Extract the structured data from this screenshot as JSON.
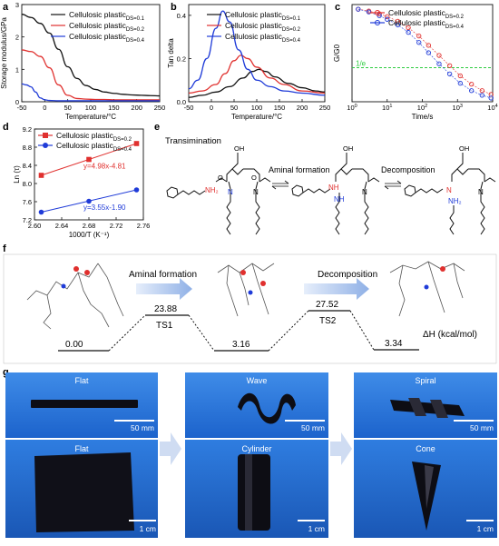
{
  "panels": {
    "a": "a",
    "b": "b",
    "c": "c",
    "d": "d",
    "e": "e",
    "f": "f",
    "g": "g"
  },
  "chart_data": [
    {
      "id": "a",
      "type": "line",
      "xlabel": "Temperature/°C",
      "ylabel": "Storage modulus/GPa",
      "xlim": [
        -50,
        250
      ],
      "ylim": [
        0,
        3
      ],
      "xticks": [
        "-50",
        "0",
        "50",
        "100",
        "150",
        "200",
        "250"
      ],
      "yticks": [
        "0",
        "1",
        "2",
        "3"
      ],
      "legend_position": "top-right",
      "series": [
        {
          "name": "Cellulosic plastic",
          "sub": "DS=0.1",
          "color": "#111111",
          "x": [
            -50,
            -30,
            -10,
            10,
            30,
            50,
            70,
            90,
            110,
            130,
            150,
            170,
            190,
            210,
            230,
            250
          ],
          "y": [
            2.7,
            2.6,
            2.42,
            2.12,
            1.62,
            1.08,
            0.72,
            0.5,
            0.38,
            0.3,
            0.26,
            0.23,
            0.21,
            0.2,
            0.19,
            0.18
          ]
        },
        {
          "name": "Cellulosic plastic",
          "sub": "DS=0.2",
          "color": "#e0302e",
          "x": [
            -50,
            -30,
            -10,
            10,
            30,
            50,
            70,
            90,
            110,
            130,
            150,
            170,
            190,
            210,
            230,
            250
          ],
          "y": [
            1.6,
            1.55,
            1.4,
            1.05,
            0.52,
            0.2,
            0.1,
            0.08,
            0.07,
            0.07,
            0.06,
            0.06,
            0.06,
            0.06,
            0.06,
            0.06
          ]
        },
        {
          "name": "Cellulosic plastic",
          "sub": "DS=0.4",
          "color": "#1f3bd8",
          "x": [
            -50,
            -40,
            -30,
            -20,
            -10,
            0,
            10,
            30,
            50,
            70,
            100,
            150,
            200,
            250
          ],
          "y": [
            0.55,
            0.52,
            0.46,
            0.3,
            0.12,
            0.06,
            0.04,
            0.03,
            0.03,
            0.03,
            0.03,
            0.03,
            0.03,
            0.03
          ]
        }
      ]
    },
    {
      "id": "b",
      "type": "line",
      "xlabel": "Temperature/°C",
      "ylabel": "Tan delta",
      "xlim": [
        -50,
        250
      ],
      "ylim": [
        0,
        0.45
      ],
      "xticks": [
        "-50",
        "0",
        "50",
        "100",
        "150",
        "200",
        "250"
      ],
      "yticks": [
        "0.0",
        "0.2",
        "0.4"
      ],
      "legend_position": "top-right",
      "series": [
        {
          "name": "Cellulosic plastic",
          "sub": "DS=0.1",
          "color": "#111111",
          "x": [
            -50,
            -20,
            10,
            40,
            70,
            90,
            105,
            120,
            140,
            170,
            200,
            230,
            250
          ],
          "y": [
            0.02,
            0.03,
            0.045,
            0.07,
            0.11,
            0.14,
            0.15,
            0.14,
            0.115,
            0.085,
            0.065,
            0.05,
            0.045
          ]
        },
        {
          "name": "Cellulosic plastic",
          "sub": "DS=0.2",
          "color": "#e0302e",
          "x": [
            -50,
            -20,
            10,
            30,
            50,
            65,
            80,
            100,
            130,
            160,
            200,
            250
          ],
          "y": [
            0.04,
            0.05,
            0.08,
            0.13,
            0.19,
            0.215,
            0.2,
            0.16,
            0.11,
            0.08,
            0.05,
            0.04
          ]
        },
        {
          "name": "Cellulosic plastic",
          "sub": "DS=0.4",
          "color": "#1f3bd8",
          "x": [
            -50,
            -30,
            -10,
            10,
            25,
            40,
            60,
            80,
            100,
            130,
            160,
            200,
            250
          ],
          "y": [
            0.06,
            0.1,
            0.2,
            0.34,
            0.42,
            0.37,
            0.24,
            0.15,
            0.1,
            0.07,
            0.05,
            0.04,
            0.03
          ]
        }
      ]
    },
    {
      "id": "c",
      "type": "scatter",
      "xlabel": "Time/s",
      "ylabel": "G/G0",
      "x_scale": "log",
      "xlim": [
        1,
        10000
      ],
      "ylim": [
        0,
        1.05
      ],
      "xticks": [
        "10^0",
        "10^1",
        "10^2",
        "10^3",
        "10^4"
      ],
      "yticks": [
        "1/e"
      ],
      "reference_line": {
        "label": "1/e",
        "y": 0.368,
        "color": "#2ecc40"
      },
      "legend_position": "top-right",
      "series": [
        {
          "name": "Cellulosic plastic",
          "sub": "DS=0.2",
          "color": "#e0302e",
          "x": [
            1.5,
            3,
            6,
            10,
            20,
            40,
            80,
            150,
            300,
            600,
            1200,
            2500,
            5000,
            9000
          ],
          "y": [
            1.0,
            0.98,
            0.95,
            0.92,
            0.87,
            0.8,
            0.71,
            0.61,
            0.5,
            0.39,
            0.28,
            0.19,
            0.12,
            0.08
          ]
        },
        {
          "name": "Cellulosic plastic",
          "sub": "DS=0.4",
          "color": "#1f3bd8",
          "x": [
            1.5,
            3,
            6,
            10,
            20,
            40,
            80,
            150,
            300,
            600,
            1200,
            2500,
            5000,
            9000
          ],
          "y": [
            1.0,
            0.97,
            0.93,
            0.89,
            0.83,
            0.75,
            0.64,
            0.53,
            0.41,
            0.3,
            0.2,
            0.12,
            0.07,
            0.04
          ]
        }
      ]
    },
    {
      "id": "d",
      "type": "scatter",
      "xlabel": "1000/T (K⁻¹)",
      "ylabel": "Ln (τ)",
      "xlim": [
        2.6,
        2.76
      ],
      "ylim": [
        7.2,
        9.2
      ],
      "xticks": [
        "2.60",
        "2.64",
        "2.68",
        "2.72",
        "2.76"
      ],
      "yticks": [
        "7.2",
        "7.6",
        "8.0",
        "8.4",
        "8.8",
        "9.2"
      ],
      "legend_position": "top-left",
      "series": [
        {
          "name": "Cellulosic plastic",
          "sub": "DS=0.2",
          "color": "#e0302e",
          "marker": "square",
          "x": [
            2.61,
            2.68,
            2.75
          ],
          "y": [
            8.18,
            8.53,
            8.88
          ],
          "fit": "y=4.98x-4.81"
        },
        {
          "name": "Cellulosic plastic",
          "sub": "DS=0.4",
          "color": "#1f3bd8",
          "marker": "circle",
          "x": [
            2.61,
            2.68,
            2.75
          ],
          "y": [
            7.37,
            7.61,
            7.86
          ],
          "fit": "y=3.55x-1.90"
        }
      ]
    }
  ],
  "scheme_e": {
    "title": "Transimination",
    "arrow1": "Aminal formation",
    "arrow2": "Decomposition",
    "nh2": "NH₂",
    "n": "N",
    "nh": "NH",
    "oh": "OH",
    "o": "O"
  },
  "energy_f": {
    "arrow1": "Aminal formation",
    "arrow2": "Decomposition",
    "ts1": "TS1",
    "ts2": "TS2",
    "e0": "0.00",
    "ets1": "23.88",
    "eint": "3.16",
    "ets2": "27.52",
    "eprod": "3.34",
    "unit": "ΔH (kcal/mol)"
  },
  "photos_g": {
    "top": [
      {
        "label": "Flat",
        "scale": "50 mm"
      },
      {
        "label": "Wave",
        "scale": "50 mm"
      },
      {
        "label": "Spiral",
        "scale": "50 mm"
      }
    ],
    "bottom": [
      {
        "label": "Flat",
        "scale": "1 cm"
      },
      {
        "label": "Cylinder",
        "scale": "1 cm"
      },
      {
        "label": "Cone",
        "scale": "1 cm"
      }
    ]
  },
  "colors": {
    "black": "#111111",
    "red": "#e0302e",
    "blue": "#1f3bd8",
    "green": "#2ecc40",
    "photo_bg": "#1e6fd6",
    "photo_bg_dark": "#1658b8"
  }
}
